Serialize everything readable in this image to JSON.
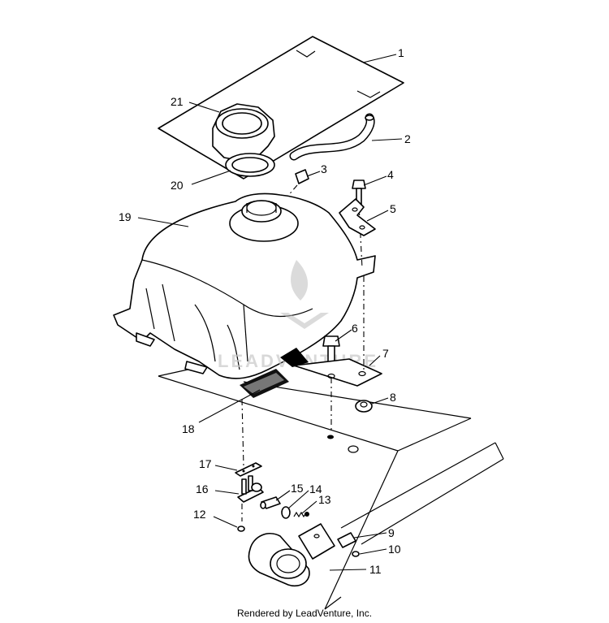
{
  "diagram": {
    "callouts": [
      {
        "id": "1",
        "label": "1"
      },
      {
        "id": "2",
        "label": "2"
      },
      {
        "id": "3",
        "label": "3"
      },
      {
        "id": "4",
        "label": "4"
      },
      {
        "id": "5",
        "label": "5"
      },
      {
        "id": "6",
        "label": "6"
      },
      {
        "id": "7",
        "label": "7"
      },
      {
        "id": "8",
        "label": "8"
      },
      {
        "id": "9",
        "label": "9"
      },
      {
        "id": "10",
        "label": "10"
      },
      {
        "id": "11",
        "label": "11"
      },
      {
        "id": "12",
        "label": "12"
      },
      {
        "id": "13",
        "label": "13"
      },
      {
        "id": "14",
        "label": "14"
      },
      {
        "id": "15",
        "label": "15"
      },
      {
        "id": "16",
        "label": "16"
      },
      {
        "id": "17",
        "label": "17"
      },
      {
        "id": "18",
        "label": "18"
      },
      {
        "id": "19",
        "label": "19"
      },
      {
        "id": "20",
        "label": "20"
      },
      {
        "id": "21",
        "label": "21"
      }
    ],
    "watermark_text": "LEADVENTURE"
  },
  "footer": {
    "text": "Rendered by LeadVenture, Inc."
  }
}
